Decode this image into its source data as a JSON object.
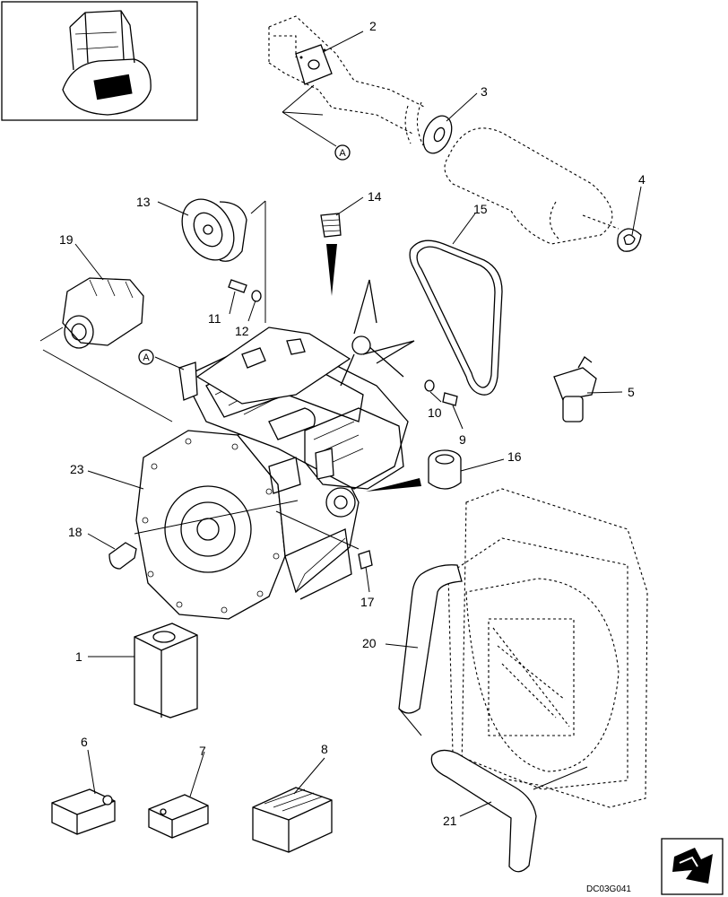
{
  "drawing_code": "DC03G041",
  "reference_mark": "A",
  "callouts": [
    "1",
    "2",
    "3",
    "4",
    "5",
    "6",
    "7",
    "8",
    "9",
    "10",
    "11",
    "12",
    "13",
    "14",
    "15",
    "16",
    "17",
    "18",
    "19",
    "20",
    "21",
    "23"
  ]
}
